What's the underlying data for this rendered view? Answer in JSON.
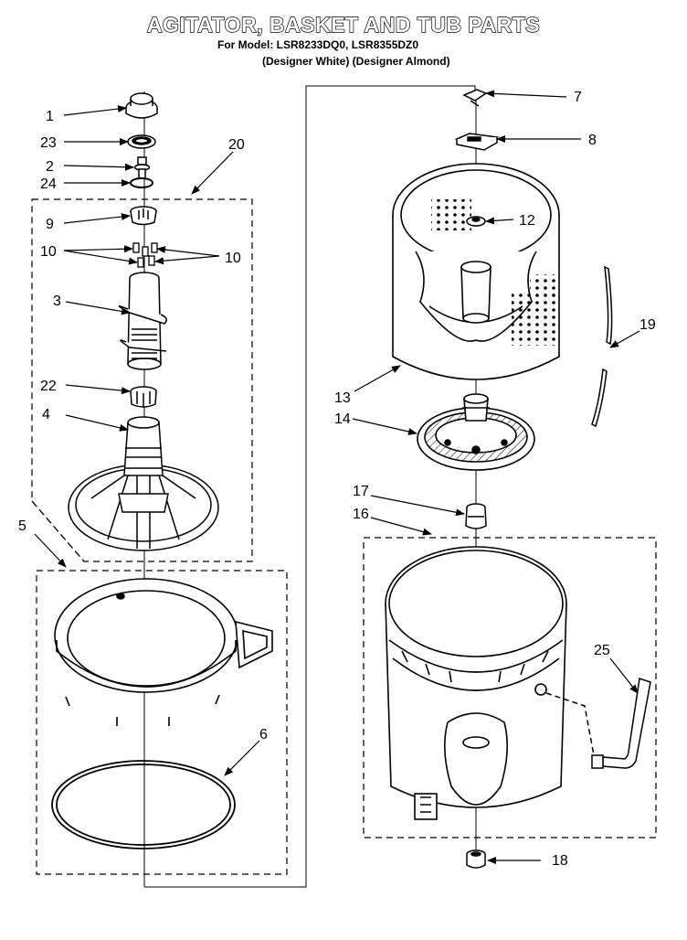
{
  "title": "AGITATOR, BASKET AND TUB PARTS",
  "model_line": "For Model: LSR8233DQ0, LSR8355DZ0",
  "variant_line": "(Designer White) (Designer Almond)",
  "callouts": {
    "c1": "1",
    "c23": "23",
    "c2": "2",
    "c24": "24",
    "c20": "20",
    "c9": "9",
    "c10a": "10",
    "c10b": "10",
    "c3": "3",
    "c22": "22",
    "c4": "4",
    "c5": "5",
    "c6": "6",
    "c7": "7",
    "c8": "8",
    "c12": "12",
    "c19": "19",
    "c13": "13",
    "c14": "14",
    "c17": "17",
    "c16": "16",
    "c25": "25",
    "c18": "18"
  }
}
